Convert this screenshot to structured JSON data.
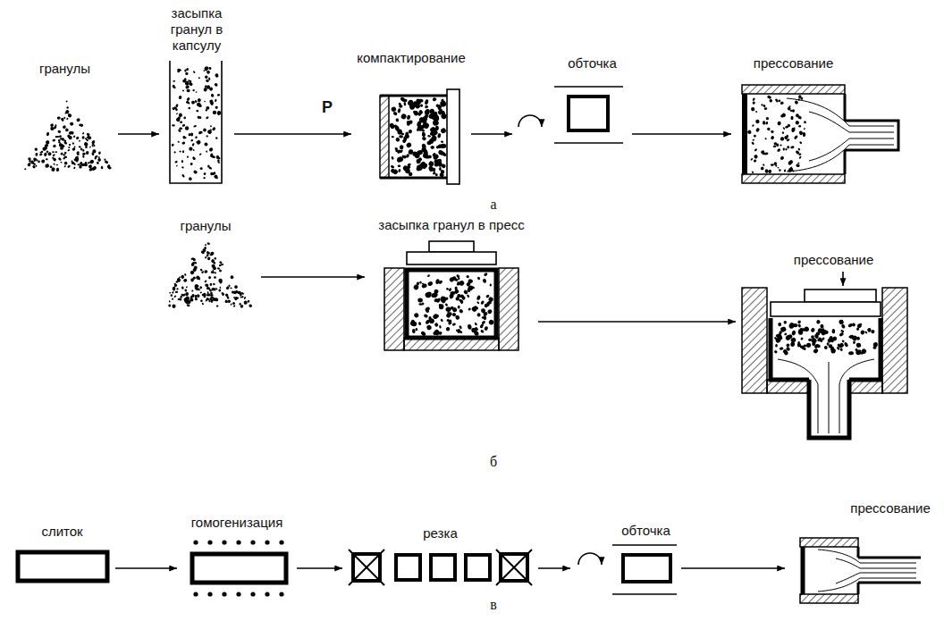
{
  "diagram": {
    "nodes": [
      {
        "text": [
          "гранулы"
        ]
      },
      {
        "text": [
          "засыпка гранул в капсулу"
        ]
      },
      {
        "text": [
          "компактирование"
        ]
      },
      {
        "text": [
          "обточка"
        ]
      },
      {
        "text": [
          "прессование"
        ]
      },
      {
        "text": [
          "гранулы"
        ]
      },
      {
        "text": [
          "засыпка гранул в пресс"
        ]
      },
      {
        "text": [
          "прессование"
        ]
      },
      {
        "text": [
          "слиток"
        ]
      },
      {
        "text": [
          "гомогенизация"
        ]
      },
      {
        "text": [
          "резка"
        ]
      },
      {
        "text": [
          "обточка"
        ]
      },
      {
        "text": [
          "прессование"
        ]
      }
    ],
    "edges": [
      {
        "from": 0,
        "to": 1,
        "arrow": "to"
      },
      {
        "from": 1,
        "to": 2,
        "arrow": "to"
      },
      {
        "from": 2,
        "to": 3,
        "arrow": "to"
      },
      {
        "from": 3,
        "to": 4,
        "arrow": "to"
      },
      {
        "from": 5,
        "to": 6,
        "arrow": "to"
      },
      {
        "from": 6,
        "to": 7,
        "arrow": "to"
      },
      {
        "from": 8,
        "to": 9,
        "arrow": "to"
      },
      {
        "from": 9,
        "to": 10,
        "arrow": "to"
      },
      {
        "from": 10,
        "to": 11,
        "arrow": "to"
      },
      {
        "from": 11,
        "to": 12,
        "arrow": "to"
      }
    ],
    "labels": [
      "P",
      "а",
      "б",
      "в"
    ]
  }
}
